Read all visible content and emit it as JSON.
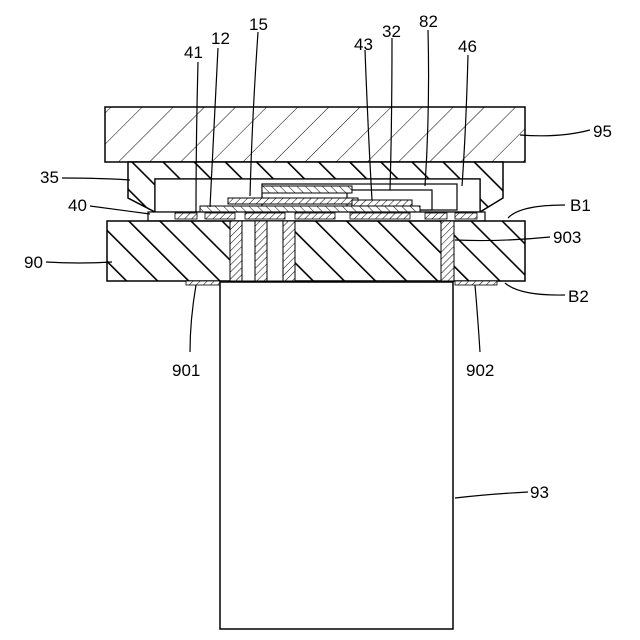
{
  "figure": {
    "labels": {
      "l41": "41",
      "l12": "12",
      "l15": "15",
      "l43": "43",
      "l32": "32",
      "l82": "82",
      "l46": "46",
      "l95": "95",
      "l35": "35",
      "l40": "40",
      "lB1": "B1",
      "l903": "903",
      "l90": "90",
      "lB2": "B2",
      "l901": "901",
      "l902": "902",
      "l93": "93"
    }
  }
}
